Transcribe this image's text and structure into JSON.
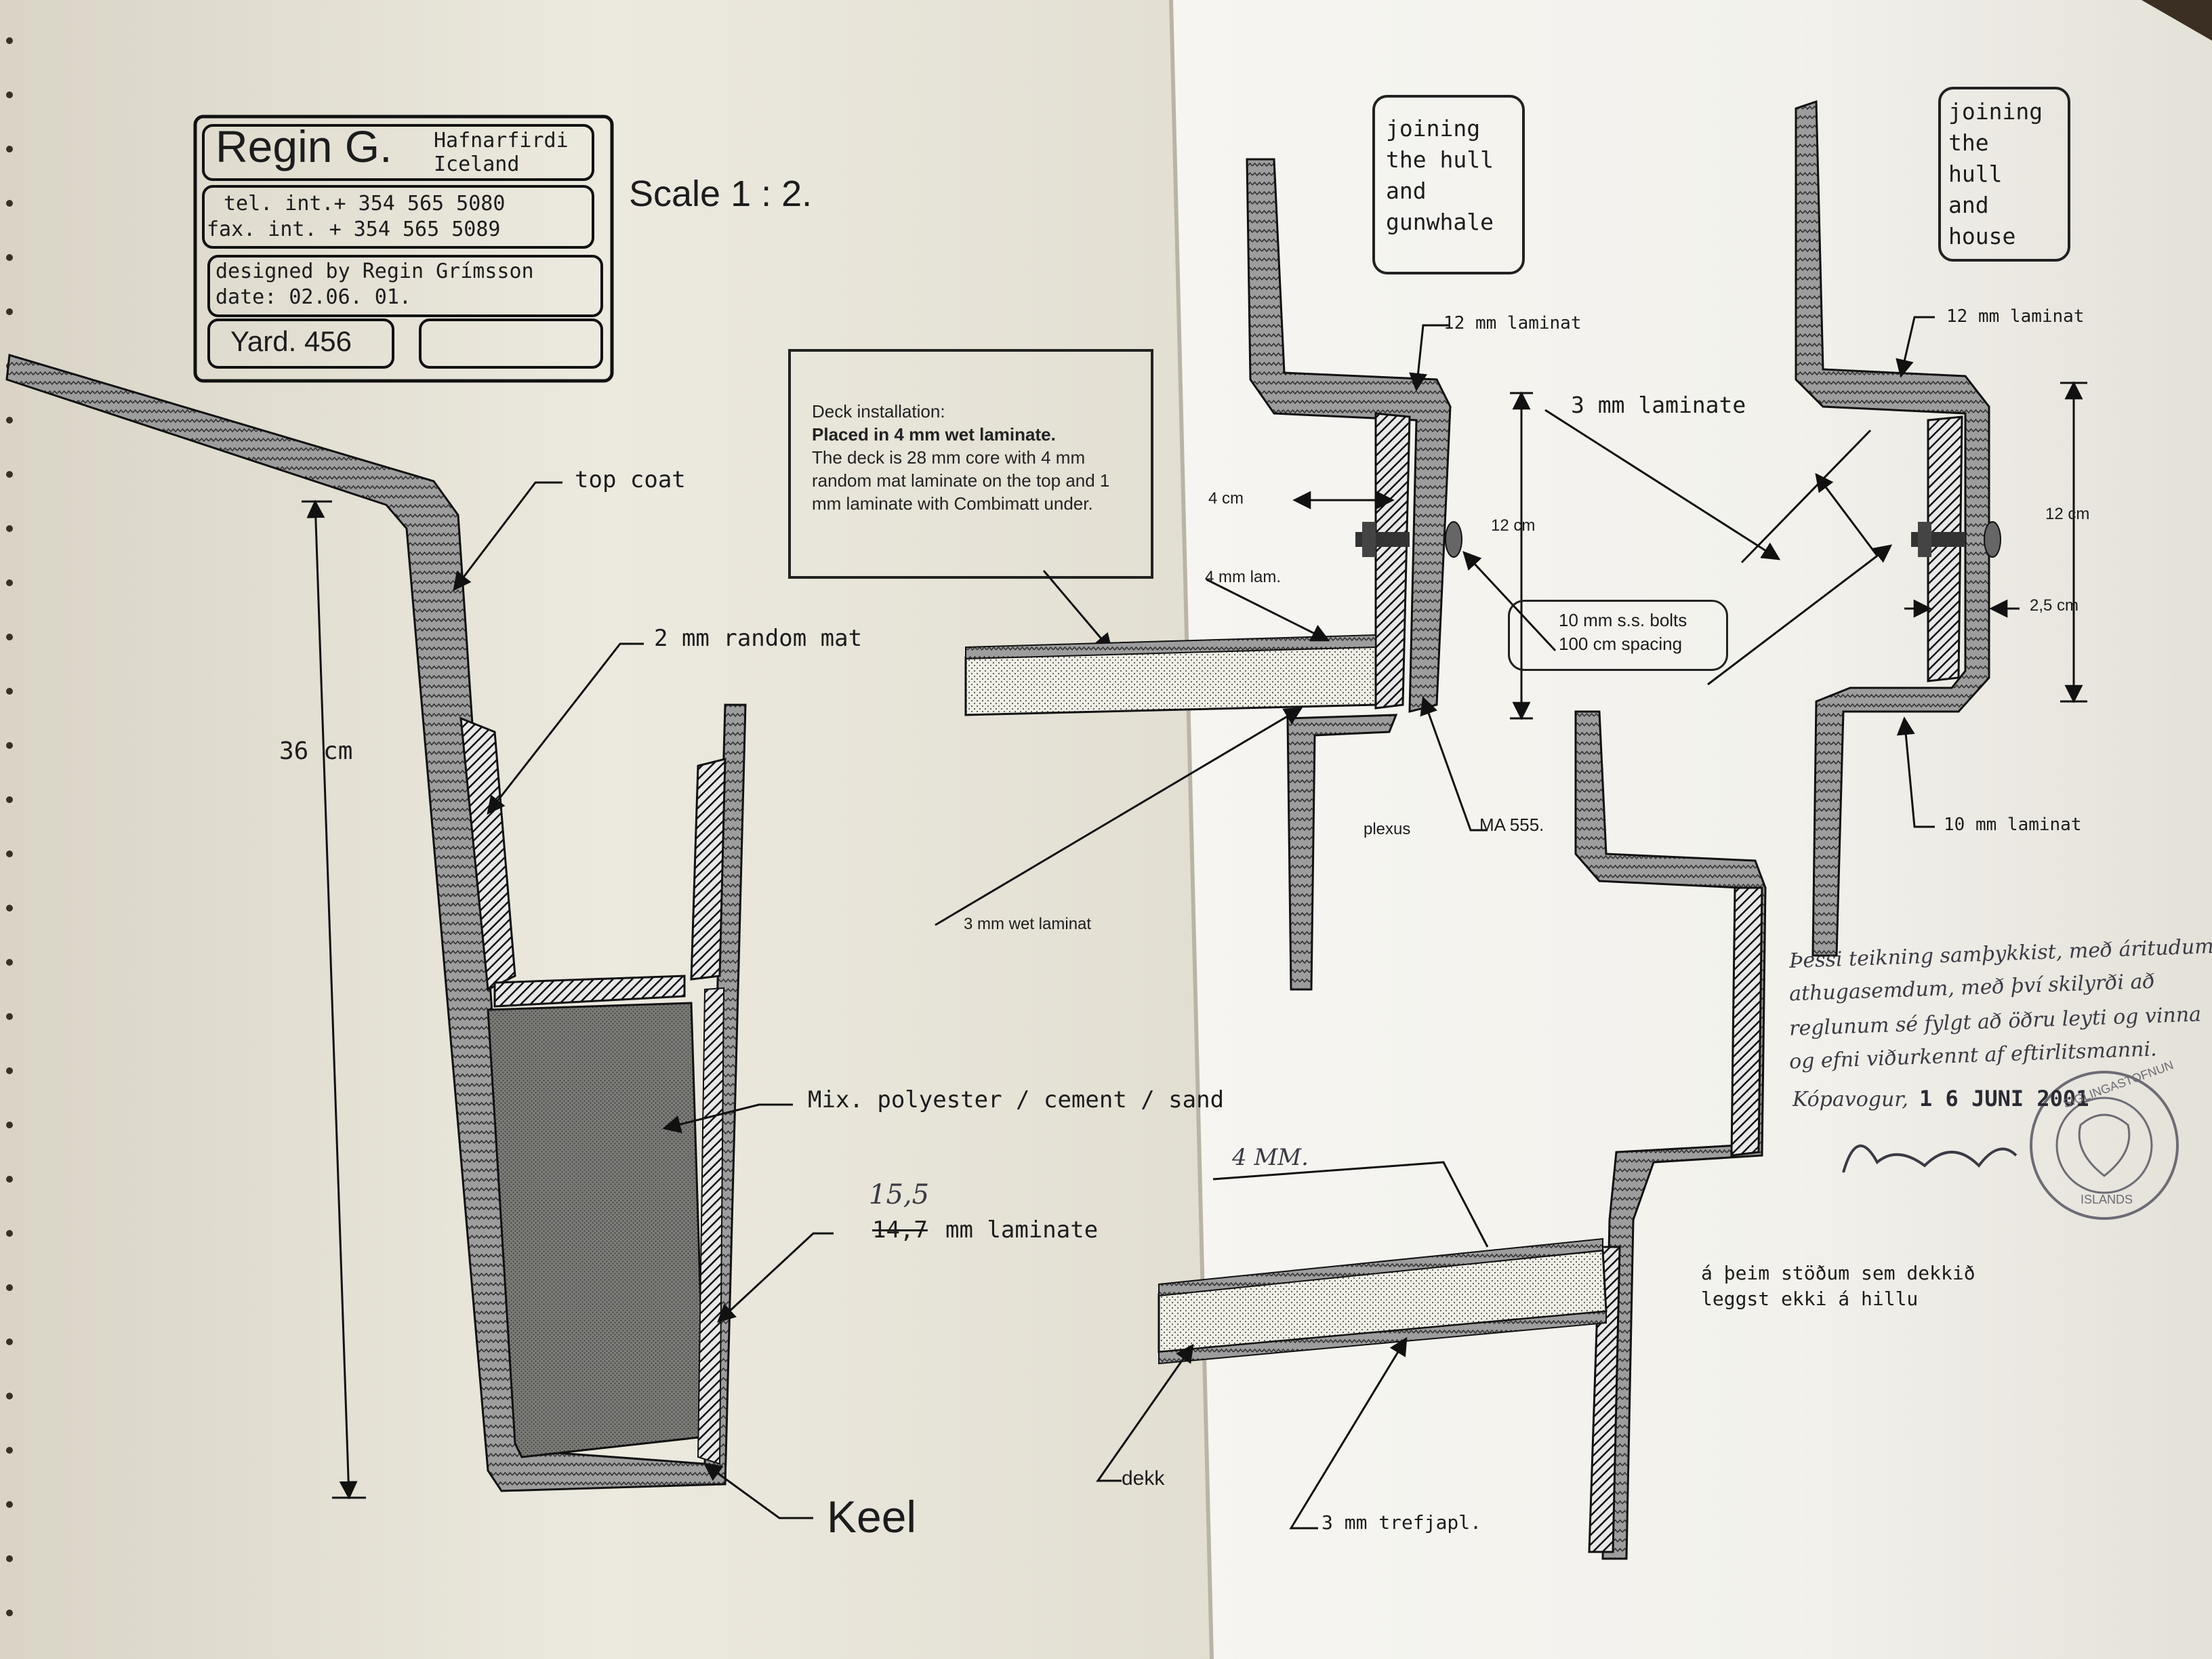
{
  "title_block": {
    "name": "Regin G.",
    "location_line1": "Hafnarfirdi",
    "location_line2": "Iceland",
    "tel": "tel.  int.+ 354  565  5080",
    "fax": "fax.  int.  + 354  565  5089",
    "designed_by": "designed  by  Regin  Grímsson",
    "date": "date:  02.06.  01.",
    "yard": "Yard. 456"
  },
  "scale": "Scale  1  :  2.",
  "keel": {
    "top_coat": "top  coat",
    "random_mat": "2  mm  random  mat",
    "height": "36  cm",
    "fill": "Mix.  polyester  /  cement  /  sand",
    "laminate_corrected": "15,5",
    "laminate_original": "14,7",
    "laminate_unit": "mm  laminate",
    "label": "Keel"
  },
  "deck_note": {
    "line1": "Deck installation:",
    "line2": "Placed in 4 mm wet laminate.",
    "line3": "The deck is 28 mm core  with 4 mm",
    "line4": "random mat laminate on the top and 1",
    "line5": "mm laminate with Combimatt under."
  },
  "gunwhale": {
    "box_lines": [
      "joining",
      "the  hull",
      "and",
      "gunwhale"
    ],
    "laminat_12": "12  mm  laminat",
    "laminate_3": "3  mm  laminate",
    "dim_4cm": "4  cm",
    "dim_12cm": "12  cm",
    "lam_4mm": "4  mm  lam.",
    "bolts_line1": "10 mm s.s. bolts",
    "bolts_line2": "100 cm spacing",
    "plexus": "plexus",
    "ma": "MA  555.",
    "wet_laminat": "3  mm  wet  laminat"
  },
  "house": {
    "box_lines": [
      "joining",
      "the",
      "hull",
      "and",
      "house"
    ],
    "laminat_12": "12  mm  laminat",
    "dim_12cm": "12  cm",
    "dim_25cm": "2,5  cm",
    "laminat_10": "10  mm  laminat"
  },
  "lower": {
    "hand_4mm": "4 MM.",
    "dekk": "dekk",
    "trefjapl": "3  mm  trefjapl.",
    "note_line1": "á  þeim  stöðum  sem  dekkið",
    "note_line2": "leggst  ekki  á  hillu"
  },
  "approval": {
    "line1": "Þessi teikning samþykkist, með áritudum",
    "line2": "athugasemdum, með því skilyrði að",
    "line3": "reglunum sé fylgt að öðru leyti og vinna",
    "line4": "og efni viðurkennt af eftirlitsmanni.",
    "place": "Kópavogur,",
    "date": "1 6  JUNI  2001",
    "stamp_top": "SIGLINGASTOFNUN",
    "stamp_bottom": "ISLANDS"
  }
}
